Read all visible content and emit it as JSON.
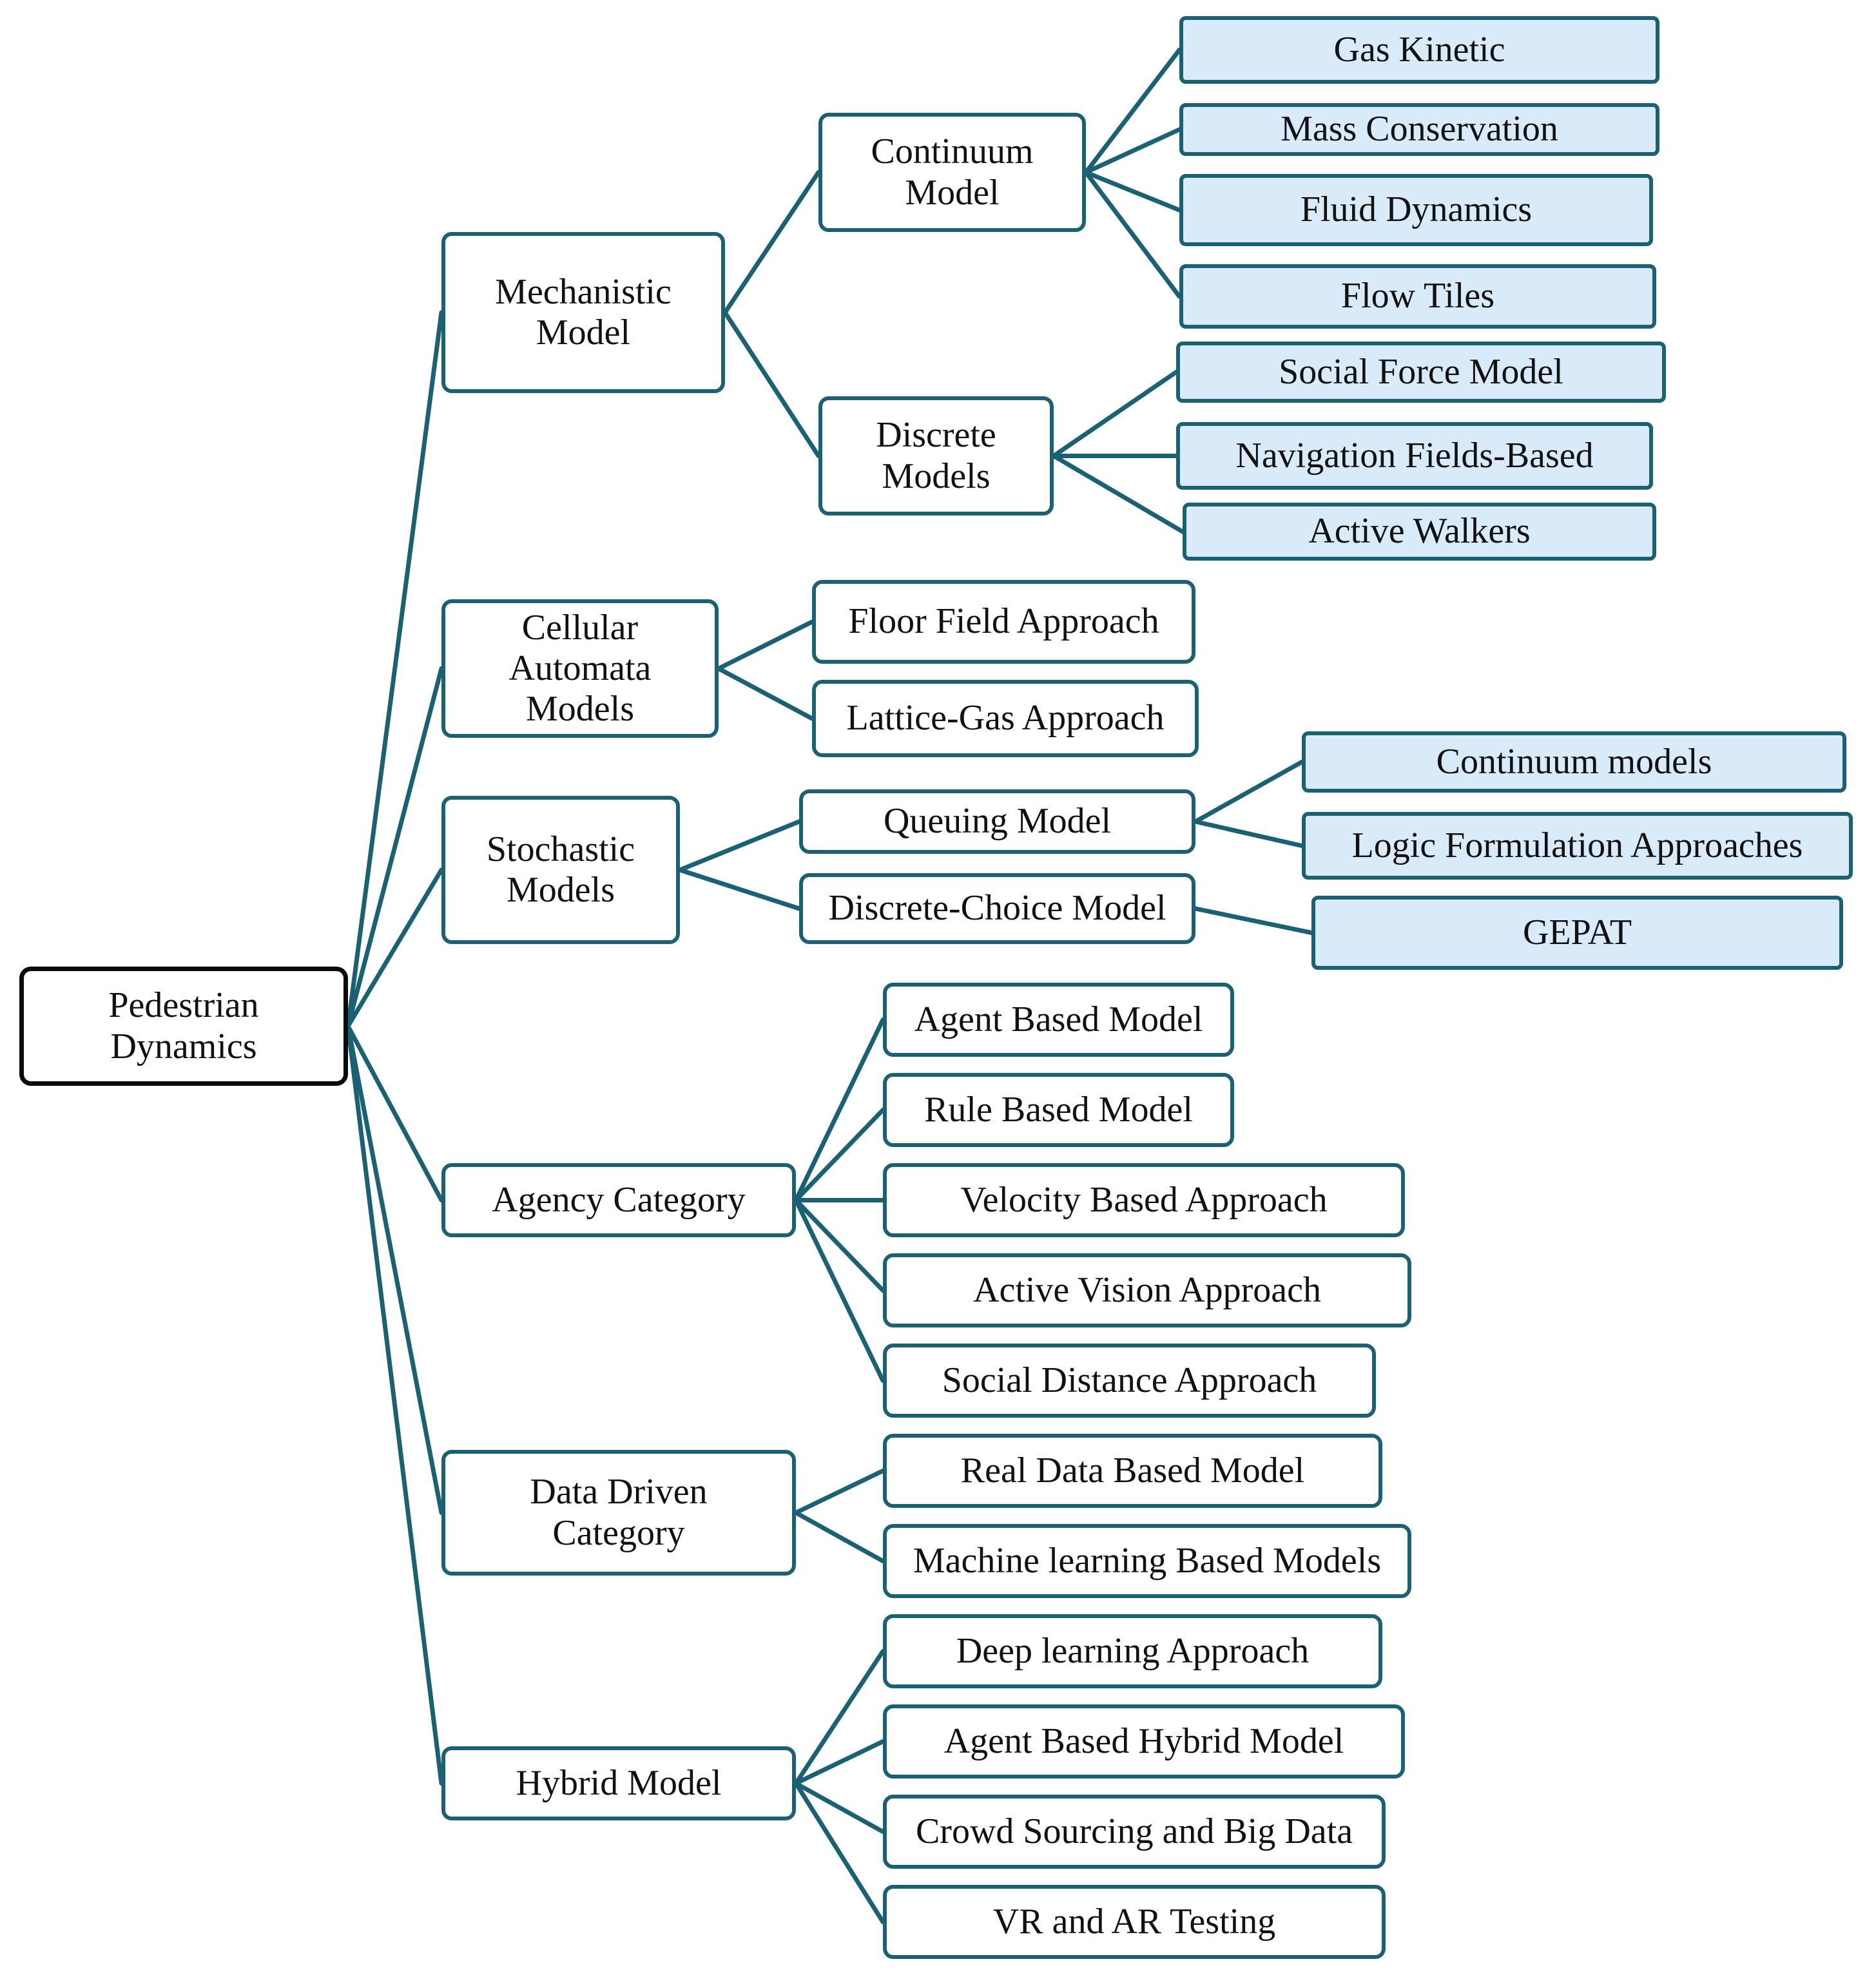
{
  "colors": {
    "connector": "#1a6173",
    "box_border": "#1a6173",
    "root_border": "#0a0a0a",
    "tinted_fill": "#d9ebf8",
    "text": "#111111"
  },
  "tree": {
    "root": "Pedestrian Dynamics",
    "mechanistic": {
      "label": "Mechanistic Model",
      "continuum": {
        "label": "Continuum Model",
        "children": [
          "Gas Kinetic",
          "Mass Conservation",
          "Fluid Dynamics",
          "Flow Tiles"
        ]
      },
      "discrete": {
        "label": "Discrete Models",
        "children": [
          "Social Force Model",
          "Navigation Fields-Based",
          "Active Walkers"
        ]
      }
    },
    "cellular": {
      "label": "Cellular Automata Models",
      "children": [
        "Floor Field Approach",
        "Lattice-Gas Approach"
      ]
    },
    "stochastic": {
      "label": "Stochastic Models",
      "queuing": {
        "label": "Queuing Model",
        "children": [
          "Continuum models",
          "Logic Formulation Approaches"
        ]
      },
      "choice": {
        "label": "Discrete-Choice Model",
        "children": [
          "GEPAT"
        ]
      }
    },
    "agency": {
      "label": "Agency Category",
      "children": [
        "Agent Based Model",
        "Rule Based Model",
        "Velocity Based Approach",
        "Active Vision Approach",
        "Social Distance Approach"
      ]
    },
    "datadriven": {
      "label": "Data Driven Category",
      "children": [
        "Real Data Based Model",
        "Machine learning Based Models"
      ]
    },
    "hybrid": {
      "label": "Hybrid Model",
      "children": [
        "Deep learning Approach",
        "Agent Based Hybrid Model",
        "Crowd Sourcing and Big Data",
        "VR and AR Testing"
      ]
    }
  }
}
